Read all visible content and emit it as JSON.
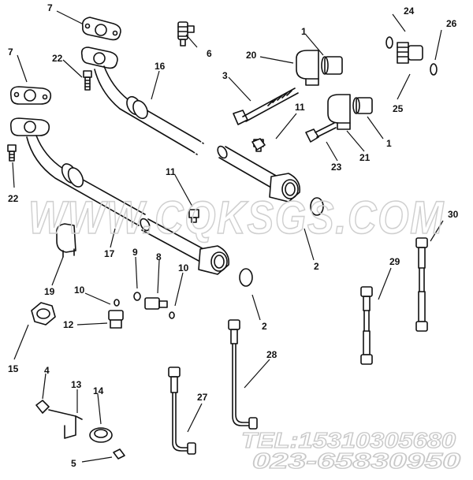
{
  "watermark": "WWW.CQKSGS.COM",
  "contact": {
    "tel": "TEL:15310305680",
    "phone": "023-65830950"
  },
  "callouts": [
    {
      "id": "c7a",
      "label": "7"
    },
    {
      "id": "c7b",
      "label": "7"
    },
    {
      "id": "c6",
      "label": "6"
    },
    {
      "id": "c1a",
      "label": "1"
    },
    {
      "id": "c1b",
      "label": "1"
    },
    {
      "id": "c20",
      "label": "20"
    },
    {
      "id": "c24",
      "label": "24"
    },
    {
      "id": "c26",
      "label": "26"
    },
    {
      "id": "c25",
      "label": "25"
    },
    {
      "id": "c22a",
      "label": "22"
    },
    {
      "id": "c22b",
      "label": "22"
    },
    {
      "id": "c16",
      "label": "16"
    },
    {
      "id": "c3",
      "label": "3"
    },
    {
      "id": "c11a",
      "label": "11"
    },
    {
      "id": "c11b",
      "label": "11"
    },
    {
      "id": "c21",
      "label": "21"
    },
    {
      "id": "c23",
      "label": "23"
    },
    {
      "id": "c2a",
      "label": "2"
    },
    {
      "id": "c2b",
      "label": "2"
    },
    {
      "id": "c30",
      "label": "30"
    },
    {
      "id": "c29",
      "label": "29"
    },
    {
      "id": "c17",
      "label": "17"
    },
    {
      "id": "c9",
      "label": "9"
    },
    {
      "id": "c8",
      "label": "8"
    },
    {
      "id": "c10a",
      "label": "10"
    },
    {
      "id": "c10b",
      "label": "10"
    },
    {
      "id": "c19",
      "label": "19"
    },
    {
      "id": "c12",
      "label": "12"
    },
    {
      "id": "c15",
      "label": "15"
    },
    {
      "id": "c28",
      "label": "28"
    },
    {
      "id": "c27",
      "label": "27"
    },
    {
      "id": "c4",
      "label": "4"
    },
    {
      "id": "c13",
      "label": "13"
    },
    {
      "id": "c14",
      "label": "14"
    },
    {
      "id": "c5",
      "label": "5"
    }
  ]
}
